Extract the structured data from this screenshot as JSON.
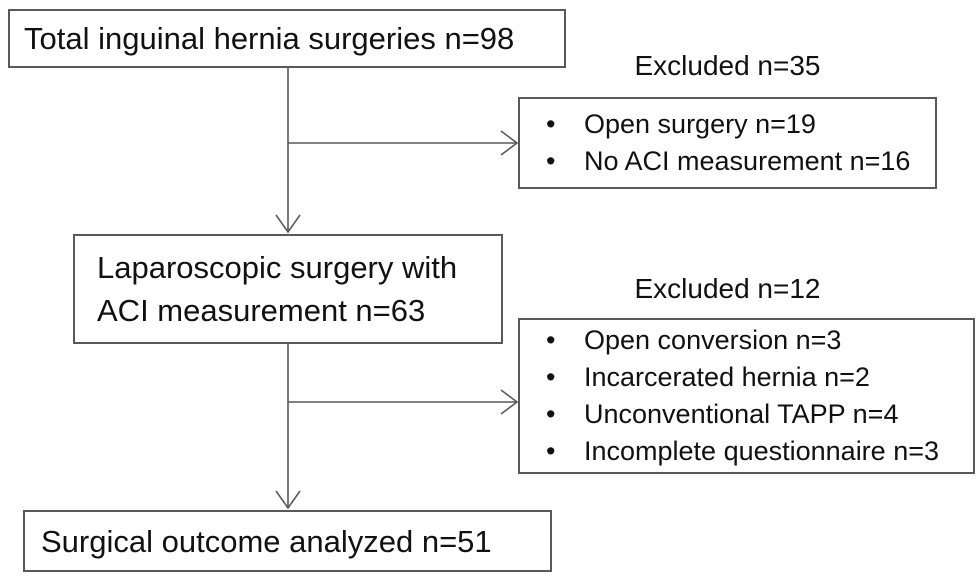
{
  "flow": {
    "nodes": {
      "total": {
        "label": "Total inguinal hernia surgeries n=98"
      },
      "laparoscopic": {
        "line1": "Laparoscopic surgery with",
        "line2": "ACI measurement n=63"
      },
      "outcome": {
        "label": "Surgical outcome analyzed n=51"
      }
    },
    "exclusions": [
      {
        "title": "Excluded n=35",
        "items": [
          "Open surgery n=19",
          "No ACI measurement n=16"
        ]
      },
      {
        "title": "Excluded n=12",
        "items": [
          "Open conversion n=3",
          "Incarcerated hernia n=2",
          "Unconventional TAPP n=4",
          "Incomplete questionnaire n=3"
        ]
      }
    ],
    "colors": {
      "text": "#111111",
      "box_border": "#595959",
      "connector": "#595959",
      "background": "#ffffff"
    }
  }
}
